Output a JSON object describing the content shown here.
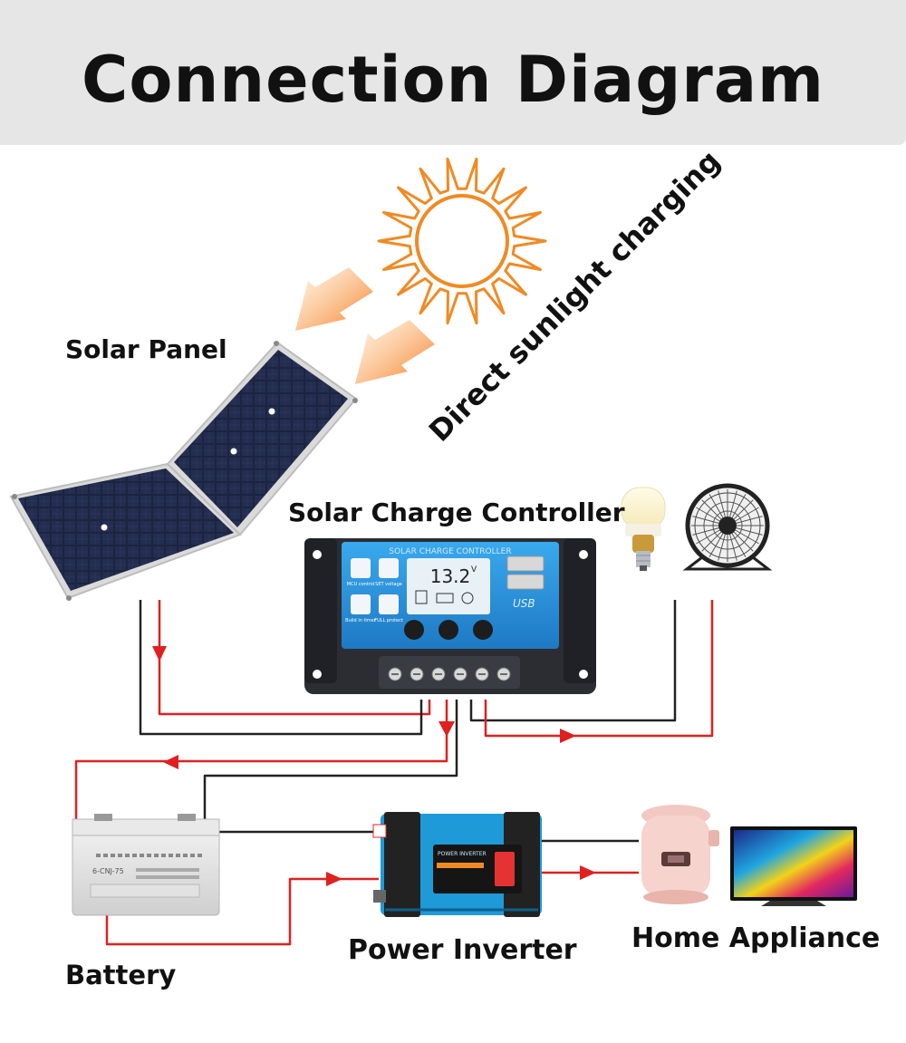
{
  "title": "Connection Diagram",
  "sunlight_text": "Direct sunlight charging",
  "labels": {
    "solar_panel": "Solar Panel",
    "controller": "Solar Charge Controller",
    "battery": "Battery",
    "inverter": "Power Inverter",
    "home_appliance": "Home Appliance"
  },
  "controller_device": {
    "header": "SOLAR CHARGE CONTROLLER",
    "display_value": "13.2",
    "display_unit": "V",
    "usb": "USB",
    "icon_labels": [
      "MCU control",
      "SET voltage",
      "Build in timer",
      "FULL protect"
    ]
  },
  "inverter_device": {
    "brand": "POWER INVERTER"
  },
  "battery_device": {
    "model": "6-CNJ-75"
  },
  "colors": {
    "header_bg": "#e6e6e6",
    "wire_positive": "#e02020",
    "wire_negative": "#222222",
    "sun": "#f08a24",
    "arrow": "#f47a20",
    "controller_blue": "#2f9be0"
  }
}
